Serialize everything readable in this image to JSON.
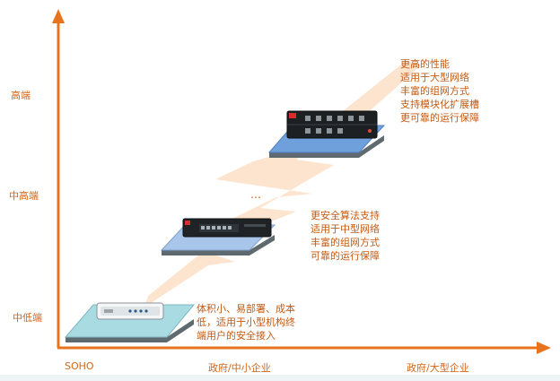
{
  "colors": {
    "axis": "#e8731f",
    "text": "#c45a12",
    "beam": "#fde3cc",
    "tier_low_platform": "#a9dbe3",
    "tier_mid_platform": "#a8c6ea",
    "tier_high_platform": "#6fa0dc"
  },
  "y_axis": {
    "levels": [
      "高端",
      "中高端",
      "中低端"
    ]
  },
  "x_axis": {
    "categories": [
      "SOHO",
      "政府/中小企业",
      "政府/大型企业"
    ]
  },
  "tiers": [
    {
      "device": "desktop-firewall-icon",
      "description": [
        "体积小、易部署、成本",
        "低，适用于小型机构终",
        "端用户的安全接入"
      ]
    },
    {
      "device": "rack-1u-firewall-icon",
      "description": [
        "更安全算法支持",
        "适用于中型网络",
        "丰富的组网方式",
        "可靠的运行保障"
      ]
    },
    {
      "device": "rack-2u-firewall-icon",
      "description": [
        "更高的性能",
        "适用于大型网络",
        "丰富的组网方式",
        "支持模块化扩展槽",
        "更可靠的运行保障"
      ]
    }
  ],
  "ellipsis": "…"
}
